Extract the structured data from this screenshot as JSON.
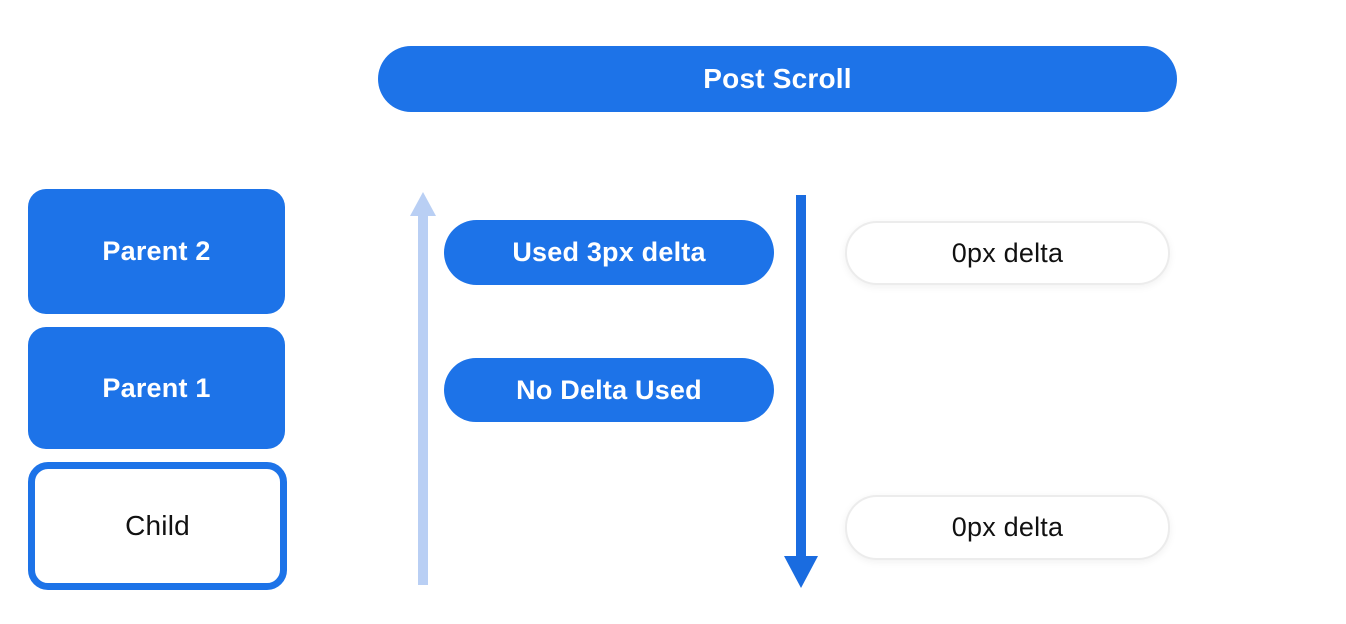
{
  "colors": {
    "blue": "#1d73e8",
    "arrow_light": "#b9cff4",
    "arrow_dark": "#1a6ce0",
    "pill_border": "#ececec",
    "text_dark": "#111111",
    "background": "#ffffff"
  },
  "header": {
    "label": "Post Scroll"
  },
  "scroll_chain": {
    "boxes": [
      {
        "label": "Parent 2"
      },
      {
        "label": "Parent 1"
      },
      {
        "label": "Child"
      }
    ]
  },
  "deltas": {
    "consumed": [
      {
        "label": "Used 3px delta"
      },
      {
        "label": "No Delta Used"
      }
    ],
    "remaining": [
      {
        "label": "0px delta"
      },
      {
        "label": "0px delta"
      }
    ]
  },
  "icons": {
    "up_arrow": "arrow-up-icon",
    "down_arrow": "arrow-down-icon"
  }
}
